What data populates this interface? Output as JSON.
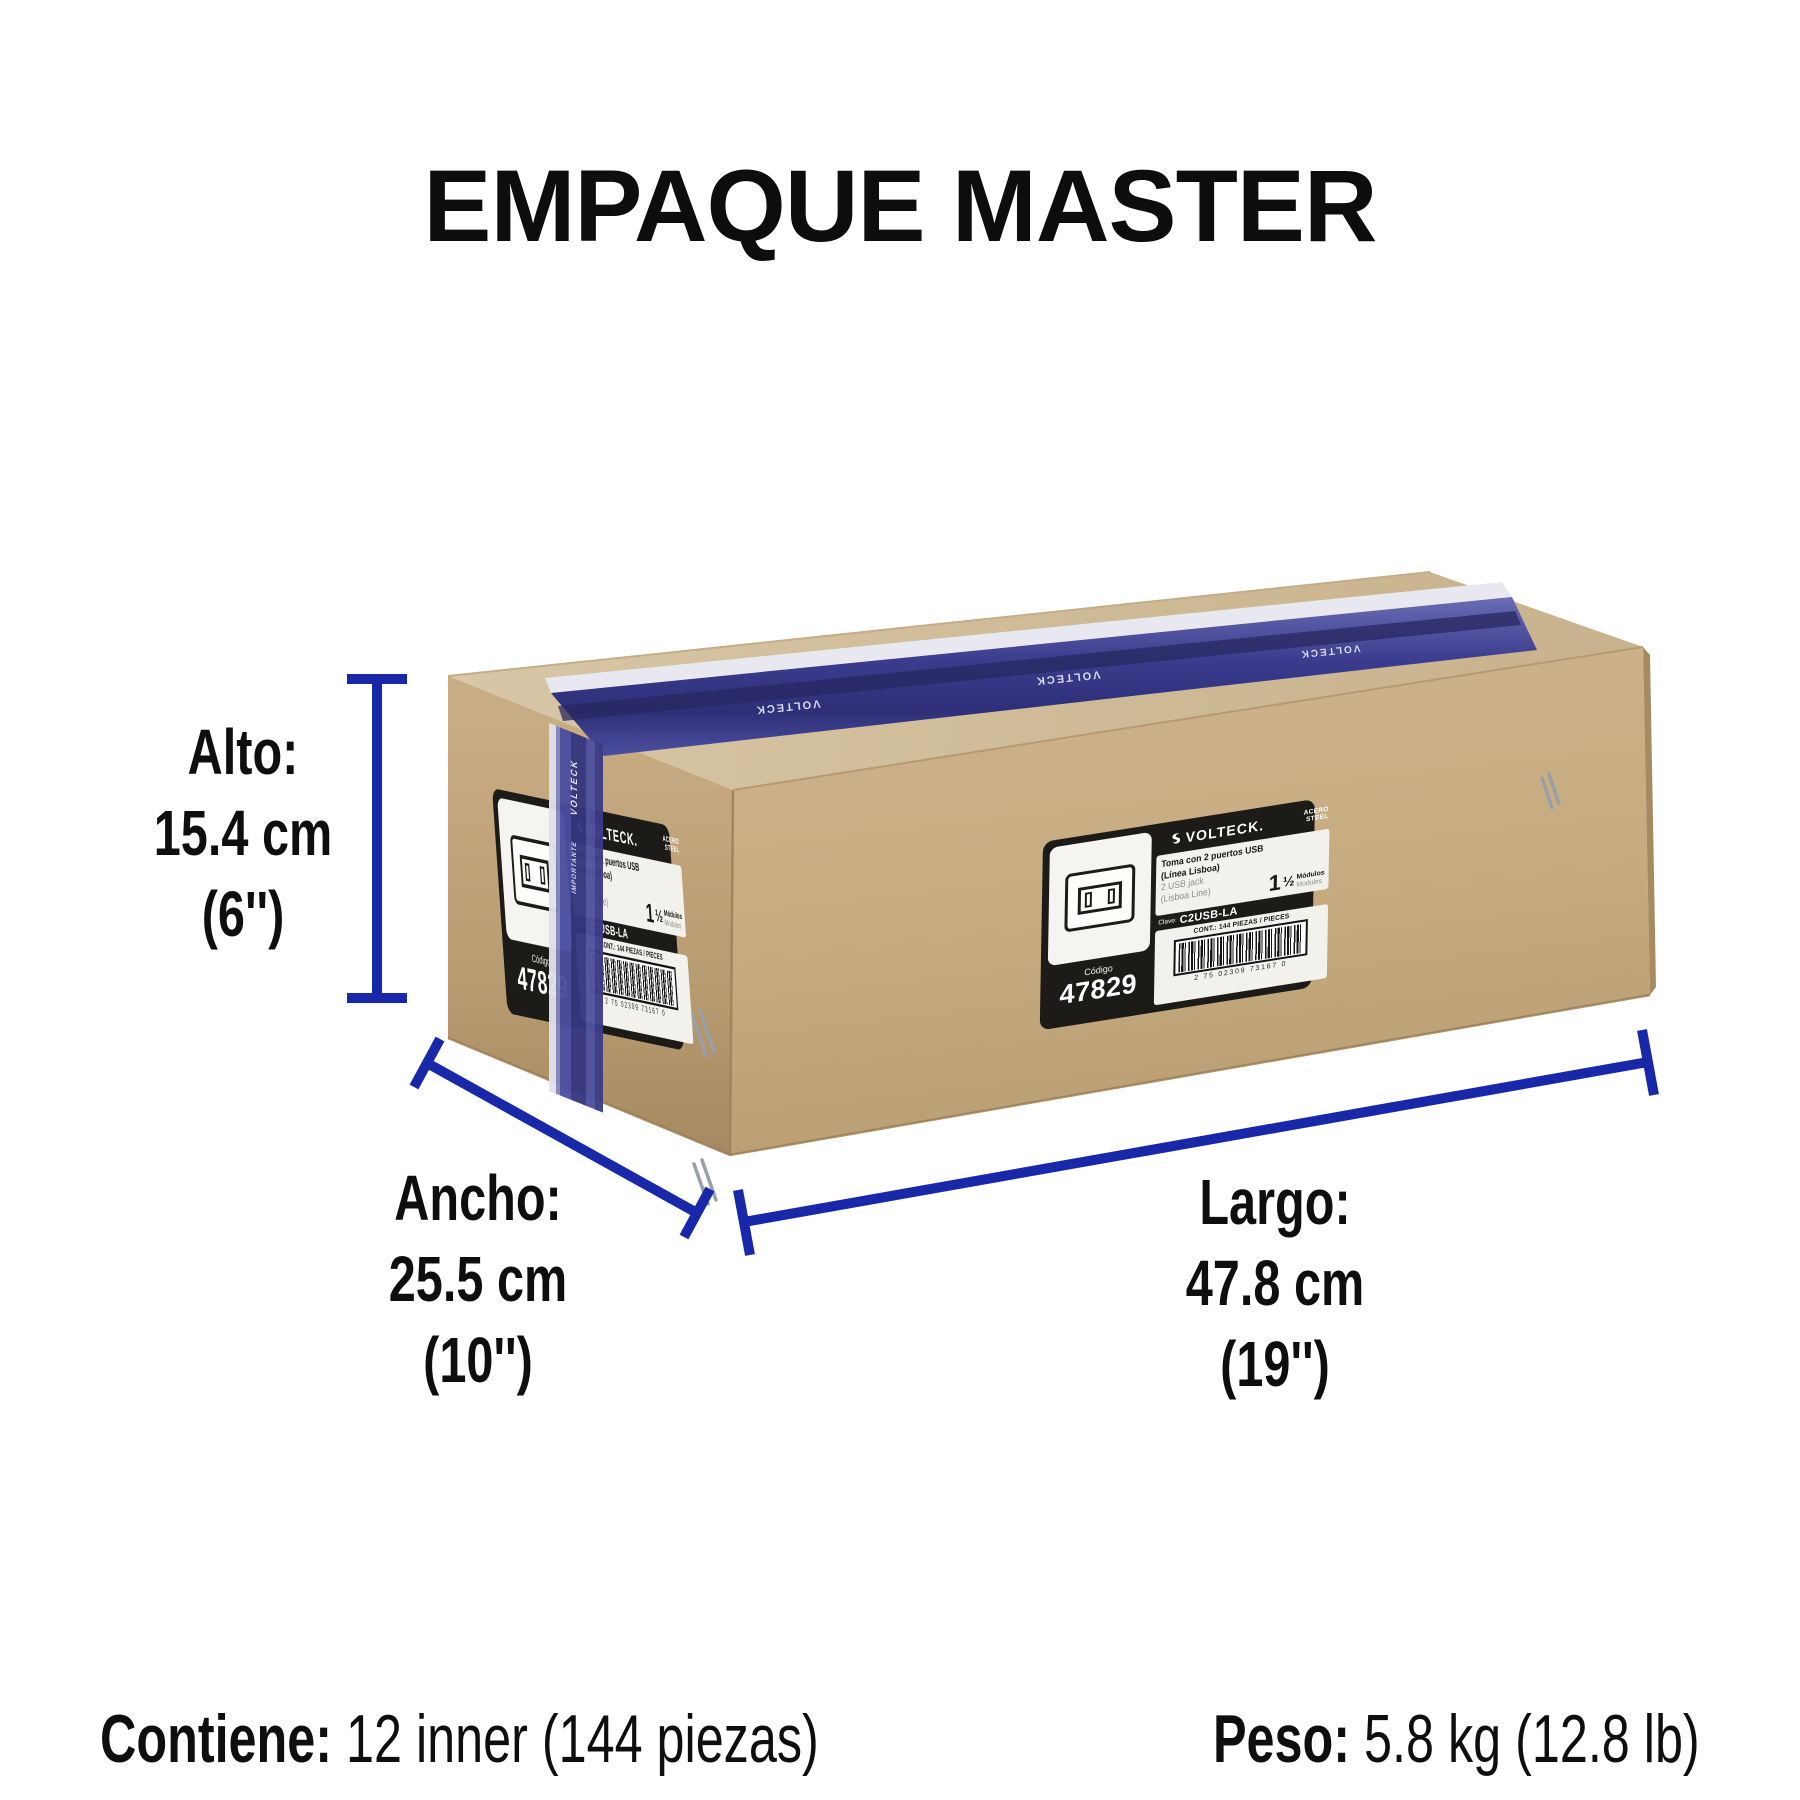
{
  "title": "EMPAQUE MASTER",
  "colors": {
    "dimension_blue": "#1828a8",
    "cardboard_top": "#d1bd9b",
    "cardboard_front": "#c7ab81",
    "cardboard_side": "#b4986f",
    "tape_blue": "#44459a",
    "label_black": "#1d1b18"
  },
  "dimensions": {
    "alto": {
      "label": "Alto:",
      "metric": "15.4 cm",
      "imperial": "(6'')"
    },
    "ancho": {
      "label": "Ancho:",
      "metric": "25.5 cm",
      "imperial": "(10'')"
    },
    "largo": {
      "label": "Largo:",
      "metric": "47.8 cm",
      "imperial": "(19'')"
    }
  },
  "footer": {
    "contains_label": "Contiene:",
    "contains_value": "12 inner (144 piezas)",
    "weight_label": "Peso:",
    "weight_value": "5.8 kg (12.8 lb)"
  },
  "box_label": {
    "brand": "VOLTECK.",
    "material_line1": "ACERO",
    "material_line2": "STEEL",
    "product_line1": "Toma con 2 puertos USB",
    "product_line2": "(Línea Lisboa)",
    "product_line3": "2 USB jack",
    "product_line4": "(Lisboa Line)",
    "modules_number": "1",
    "modules_fraction": "½",
    "modules_label_es": "Módulos",
    "modules_label_en": "Modules",
    "clave_label": "Clave:",
    "clave_value": "C2USB-LA",
    "content_text": "CONT.: 144 PIEZAS / PIECES",
    "barcode_number": "2 75 02309 73167 0",
    "codigo_label": "Código",
    "codigo_value": "47829"
  },
  "tape": {
    "brand": "VOLTECK",
    "note": "IMPORTANTE"
  }
}
